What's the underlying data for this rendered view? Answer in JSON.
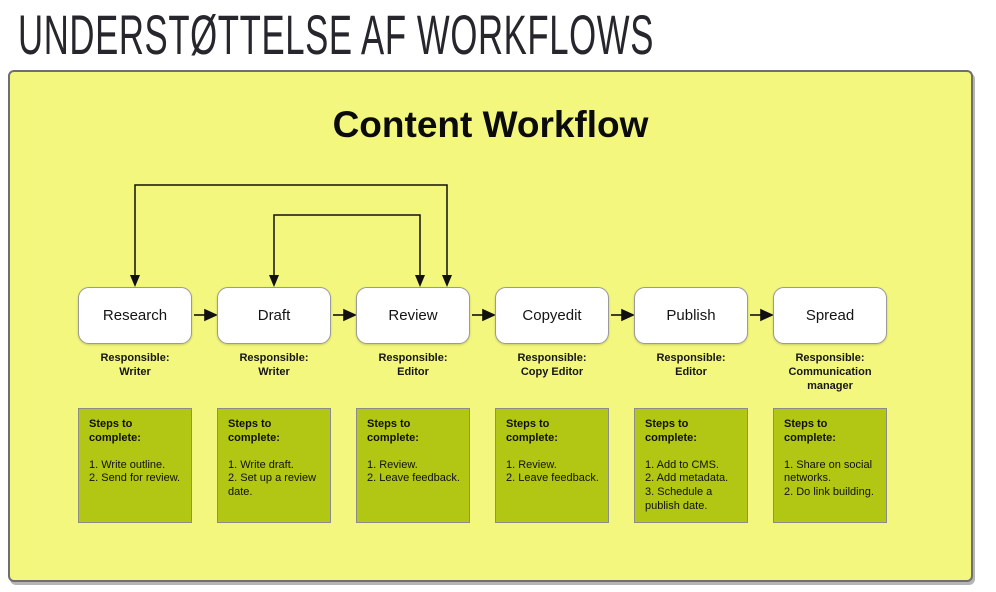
{
  "page": {
    "title": "Understøttelse af Workflows"
  },
  "diagram": {
    "title": "Content Workflow"
  },
  "labels": {
    "responsible": "Responsible:",
    "steps_header": "Steps to\ncomplete:"
  },
  "stages": [
    {
      "name": "Research",
      "responsible": "Writer",
      "steps": [
        "1. Write outline.",
        "2. Send for review."
      ]
    },
    {
      "name": "Draft",
      "responsible": "Writer",
      "steps": [
        "1. Write draft.",
        "2. Set up a review date."
      ]
    },
    {
      "name": "Review",
      "responsible": "Editor",
      "steps": [
        "1. Review.",
        "2. Leave feedback."
      ]
    },
    {
      "name": "Copyedit",
      "responsible": "Copy Editor",
      "steps": [
        "1. Review.",
        "2. Leave feedback."
      ]
    },
    {
      "name": "Publish",
      "responsible": "Editor",
      "steps": [
        "1. Add to CMS.",
        "2. Add metadata.",
        "3. Schedule a publish date."
      ]
    },
    {
      "name": "Spread",
      "responsible": "Communication manager",
      "steps": [
        "1. Share on social networks.",
        "2. Do link building."
      ]
    }
  ],
  "connections": {
    "forward_flow": [
      "Research→Draft",
      "Draft→Review",
      "Review→Copyedit",
      "Copyedit→Publish",
      "Publish→Spread"
    ],
    "feedback_loops": [
      "Review↔Research",
      "Review↔Draft"
    ]
  },
  "colors": {
    "panel_bg": "#f3f77d",
    "steps_bg": "#b2c713",
    "stage_bg": "#ffffff",
    "arrow": "#111111"
  }
}
